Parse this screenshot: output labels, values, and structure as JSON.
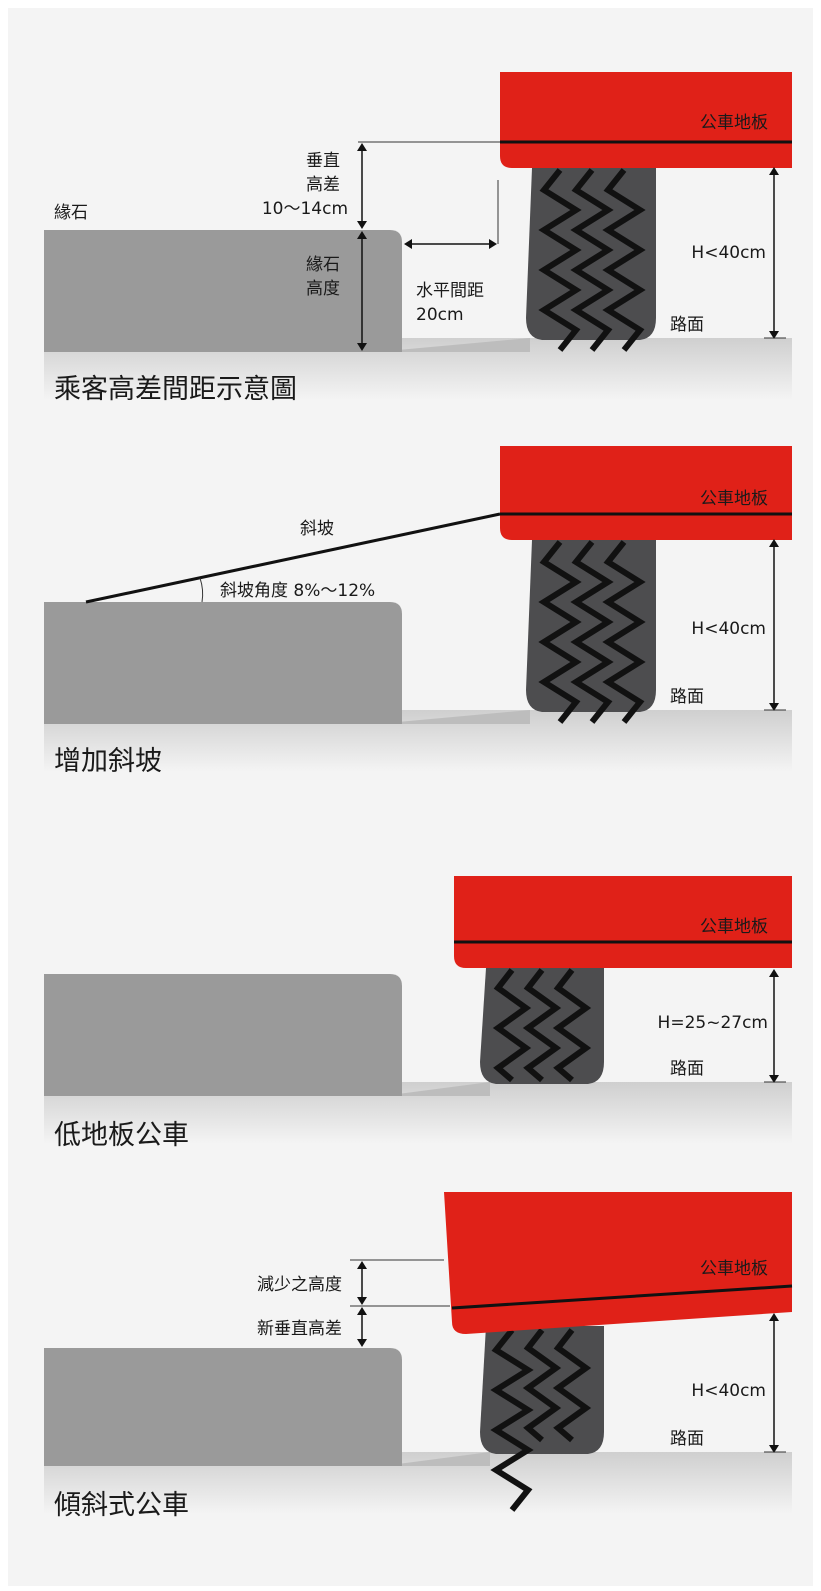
{
  "colors": {
    "background": "#f4f4f4",
    "curb": "#9a9a9a",
    "bus": "#e02118",
    "tire": "#4d4d4f",
    "tread": "#111111",
    "text": "#1a1a1a"
  },
  "panel1": {
    "curb_label": "緣石",
    "vertical_gap_line1": "垂直",
    "vertical_gap_line2": "高差",
    "vertical_gap_line3": "10〜14cm",
    "curb_height_line1": "緣石",
    "curb_height_line2": "高度",
    "horizontal_gap_line1": "水平間距",
    "horizontal_gap_line2": "20cm",
    "floor_label": "公車地板",
    "height_label": "H<40cm",
    "road_label": "路面",
    "caption": "乘客高差間距示意圖"
  },
  "panel2": {
    "ramp_label": "斜坡",
    "ramp_angle_label": "斜坡角度 8%〜12%",
    "floor_label": "公車地板",
    "height_label": "H<40cm",
    "road_label": "路面",
    "caption": "增加斜坡"
  },
  "panel3": {
    "floor_label": "公車地板",
    "height_label": "H=25~27cm",
    "road_label": "路面",
    "caption": "低地板公車"
  },
  "panel4": {
    "reduced_height_label": "減少之高度",
    "new_gap_label": "新垂直高差",
    "floor_label": "公車地板",
    "height_label": "H<40cm",
    "road_label": "路面",
    "caption": "傾斜式公車"
  }
}
